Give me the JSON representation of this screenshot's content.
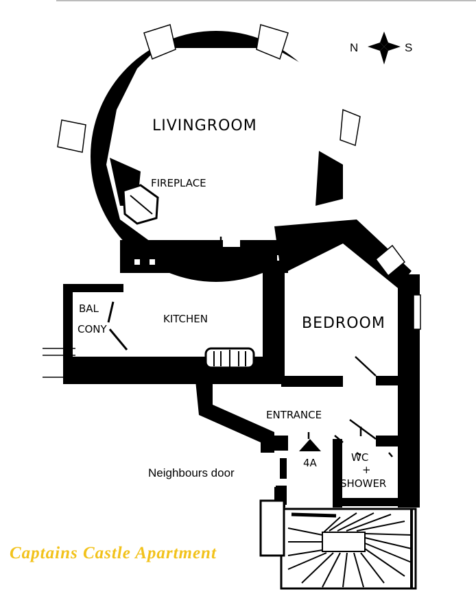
{
  "compass": {
    "left": "N",
    "right": "S"
  },
  "rooms": {
    "livingroom": "LIVINGROOM",
    "fireplace": "FIREPLACE",
    "kitchen": "KITCHEN",
    "balcony_line1": "BAL",
    "balcony_line2": "CONY",
    "bedroom": "BEDROOM",
    "entrance": "ENTRANCE",
    "wc_line1": "WC",
    "wc_line2": "+",
    "wc_line3": "SHOWER",
    "marker": "4A"
  },
  "annotations": {
    "neighbours_door": "Neighbours door"
  },
  "brand": {
    "title": "Captains Castle Apartment",
    "color": "#f2c21b"
  }
}
